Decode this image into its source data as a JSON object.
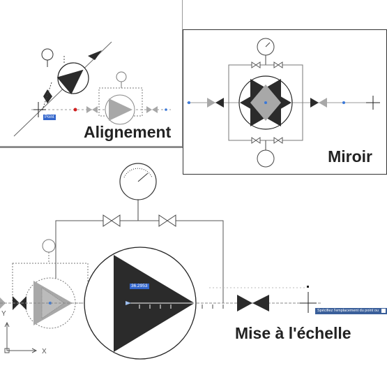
{
  "panels": {
    "alignement": {
      "caption": "Alignement",
      "snap_tag": "Point"
    },
    "miroir": {
      "caption": "Miroir"
    },
    "scale": {
      "caption": "Mise à l'échelle",
      "dimension_input": "36.2953",
      "prompt_text": "Spécifiez l'emplacement du point ou",
      "axis_y": "Y",
      "axis_x": "X"
    }
  },
  "colors": {
    "dark": "#2b2b2b",
    "grey": "#a8a8a8",
    "line": "#555555",
    "accent_blue": "#3a78d8",
    "accent_red": "#d02020"
  }
}
